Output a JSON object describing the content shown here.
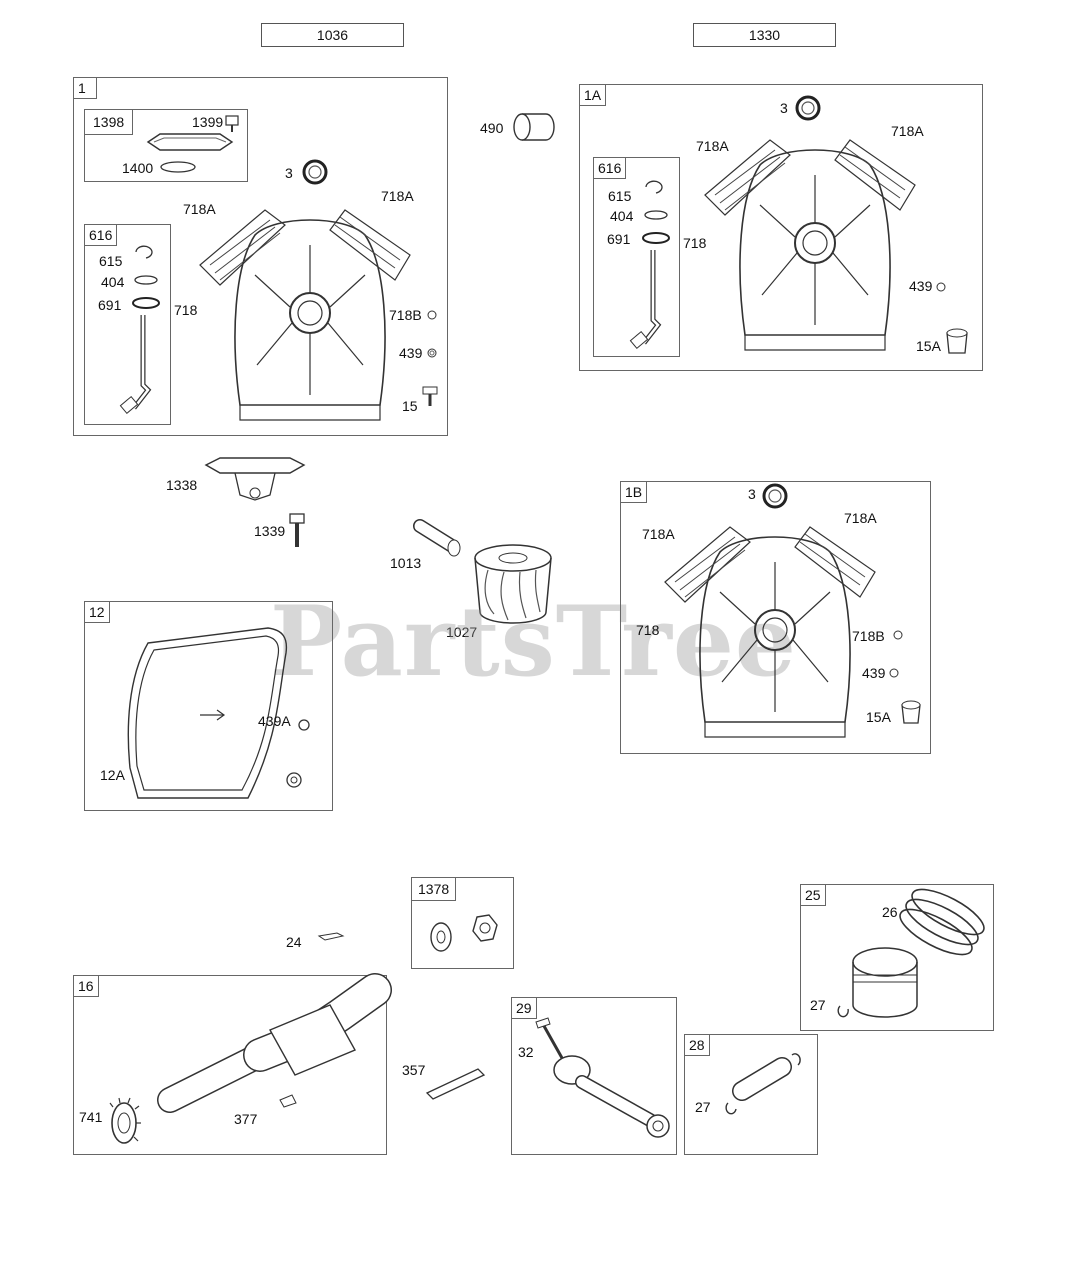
{
  "headers": {
    "left": "1036",
    "right": "1330"
  },
  "watermark": "PartsTree",
  "boxes": {
    "b1": "1",
    "b1398": "1398",
    "b616a": "616",
    "b1a": "1A",
    "b616b": "616",
    "b1b": "1B",
    "b12": "12",
    "b1378": "1378",
    "b16": "16",
    "b29": "29",
    "b25": "25",
    "b28": "28"
  },
  "labels": {
    "l1399": "1399",
    "l1400": "1400",
    "l3a": "3",
    "l718Aa1": "718A",
    "l718Aa2": "718A",
    "l615a": "615",
    "l404a": "404",
    "l691a": "691",
    "l718a": "718",
    "l718Ba": "718B",
    "l439a": "439",
    "l15": "15",
    "l490": "490",
    "l3b": "3",
    "l718Ab1": "718A",
    "l718Ab2": "718A",
    "l615b": "615",
    "l404b": "404",
    "l691b": "691",
    "l718b": "718",
    "l439b": "439",
    "l15Ab": "15A",
    "l1338": "1338",
    "l1339": "1339",
    "l1013": "1013",
    "l1027": "1027",
    "l3c": "3",
    "l718Ac1": "718A",
    "l718Ac2": "718A",
    "l718c": "718",
    "l718Bc": "718B",
    "l439c": "439",
    "l15Ac": "15A",
    "l439A": "439A",
    "l12A": "12A",
    "l24": "24",
    "l741": "741",
    "l377": "377",
    "l357": "357",
    "l32": "32",
    "l26": "26",
    "l27a": "27",
    "l27b": "27"
  }
}
